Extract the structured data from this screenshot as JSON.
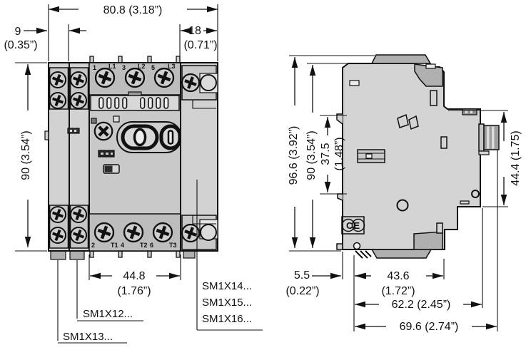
{
  "drawing": {
    "kind": "dimensional-drawing",
    "views": [
      "front",
      "side"
    ],
    "units": "mm (inches)"
  },
  "front_view": {
    "dims": {
      "overall_width": "80.8 (3.18”)",
      "aux_left_width_mm": "9",
      "aux_left_width_in": "(0.35”)",
      "aux_right_width_mm": "18",
      "aux_right_width_in": "(0.71”)",
      "height": "90 (3.54”)",
      "base_width_mm": "44.8",
      "base_width_in": "(1.76”)"
    },
    "terminals_top": [
      "1",
      "L1",
      "3",
      "L2",
      "5",
      "L3"
    ],
    "terminals_bottom": [
      "2",
      "T1",
      "4",
      "T2",
      "6",
      "T3"
    ],
    "button_off_glyph": "0",
    "button_on_glyph": "I"
  },
  "side_view": {
    "dims": {
      "overall_height": "96.6 (3.92”)",
      "body_height": "90 (3.54”)",
      "mid_section_height_mm": "37.5",
      "mid_section_height_in": "(1.48”)",
      "front_section_height": "44.4 (1.75)",
      "clip_depth_mm": "5.5",
      "clip_depth_in": "(0.22”)",
      "base_depth_mm": "43.6",
      "base_depth_in": "(1.72”)",
      "mid_depth": "62.2 (2.45”)",
      "overall_depth": "69.6 (2.74”)"
    },
    "ce_mark": "CE"
  },
  "callouts": {
    "aux_outer_left": "SM1X13...",
    "aux_inner_left": "SM1X12...",
    "aux_right_1": "SM1X14...",
    "aux_right_2": "SM1X15...",
    "aux_right_3": "SM1X16..."
  },
  "colors": {
    "line": "#111111",
    "body_light": "#d4d4d4",
    "body_mid": "#c7c7c7",
    "block_gray": "#bdbdbd",
    "cap_dark": "#b0b0b0",
    "background": "#ffffff"
  }
}
